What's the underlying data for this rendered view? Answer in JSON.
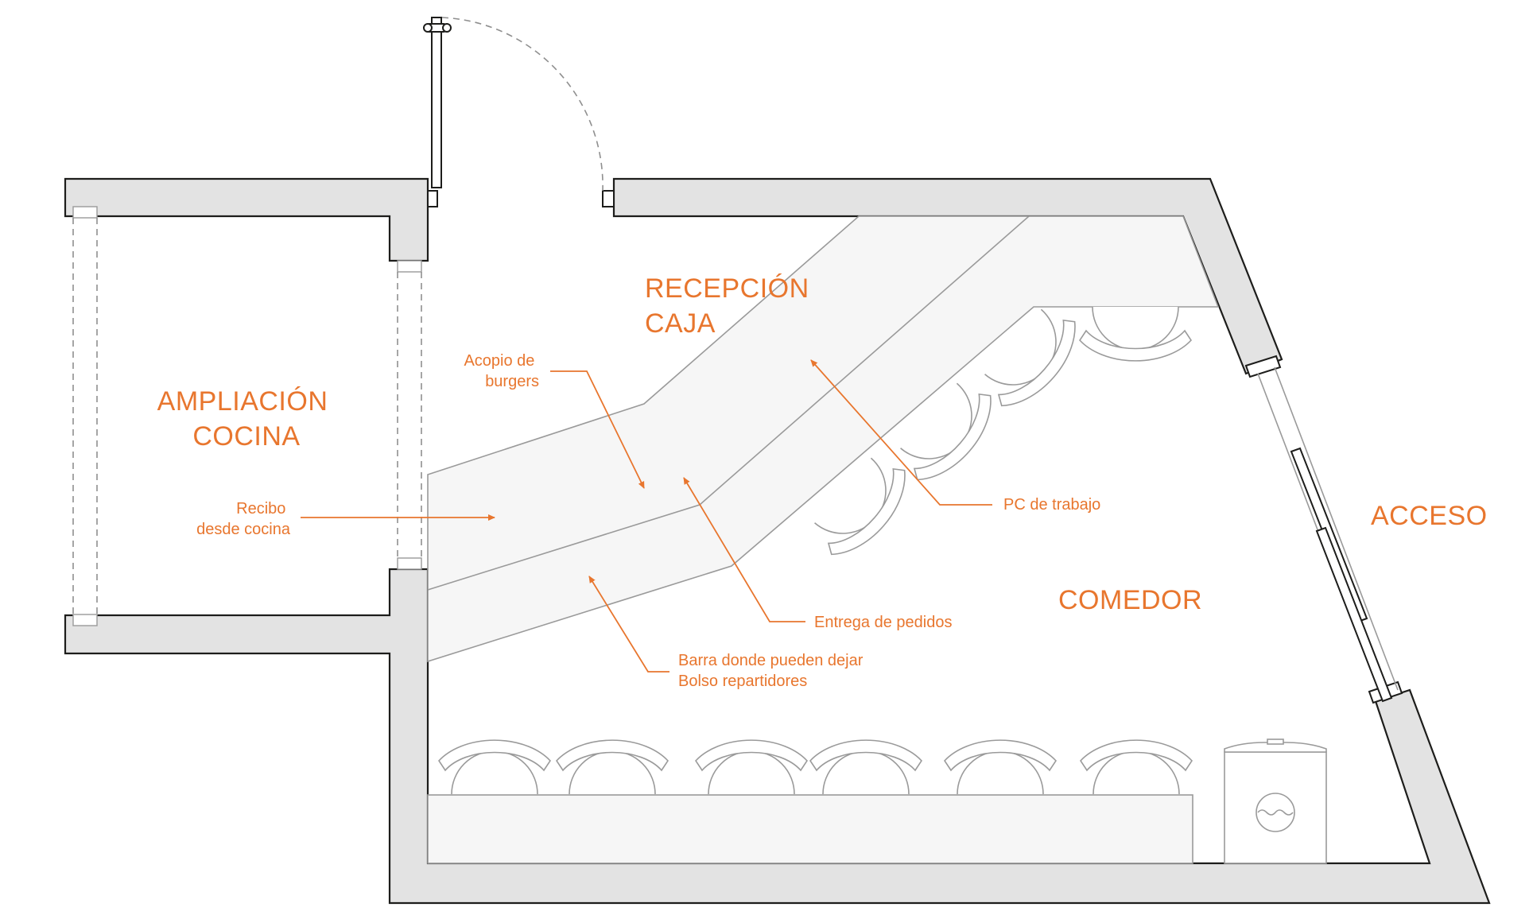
{
  "colors": {
    "accent": "#e8762e",
    "wall_fill": "#e3e3e3",
    "wall_stroke": "#1d1d1b",
    "furniture": "#9a9a9a"
  },
  "rooms": {
    "ampliacion": [
      "AMPLIACIÓN",
      "COCINA"
    ],
    "recepcion": [
      "RECEPCIÓN",
      "CAJA"
    ],
    "comedor": "COMEDOR",
    "acceso": "ACCESO"
  },
  "notes": {
    "acopio": [
      "Acopio de",
      "burgers"
    ],
    "recibo": [
      "Recibo",
      "desde cocina"
    ],
    "pc": "PC de trabajo",
    "entrega": "Entrega de pedidos",
    "barra": [
      "Barra donde pueden dejar",
      "Bolso repartidores"
    ]
  },
  "icons": [
    "door-icon",
    "arrow-icon",
    "chair-icon",
    "washing-machine-icon"
  ]
}
